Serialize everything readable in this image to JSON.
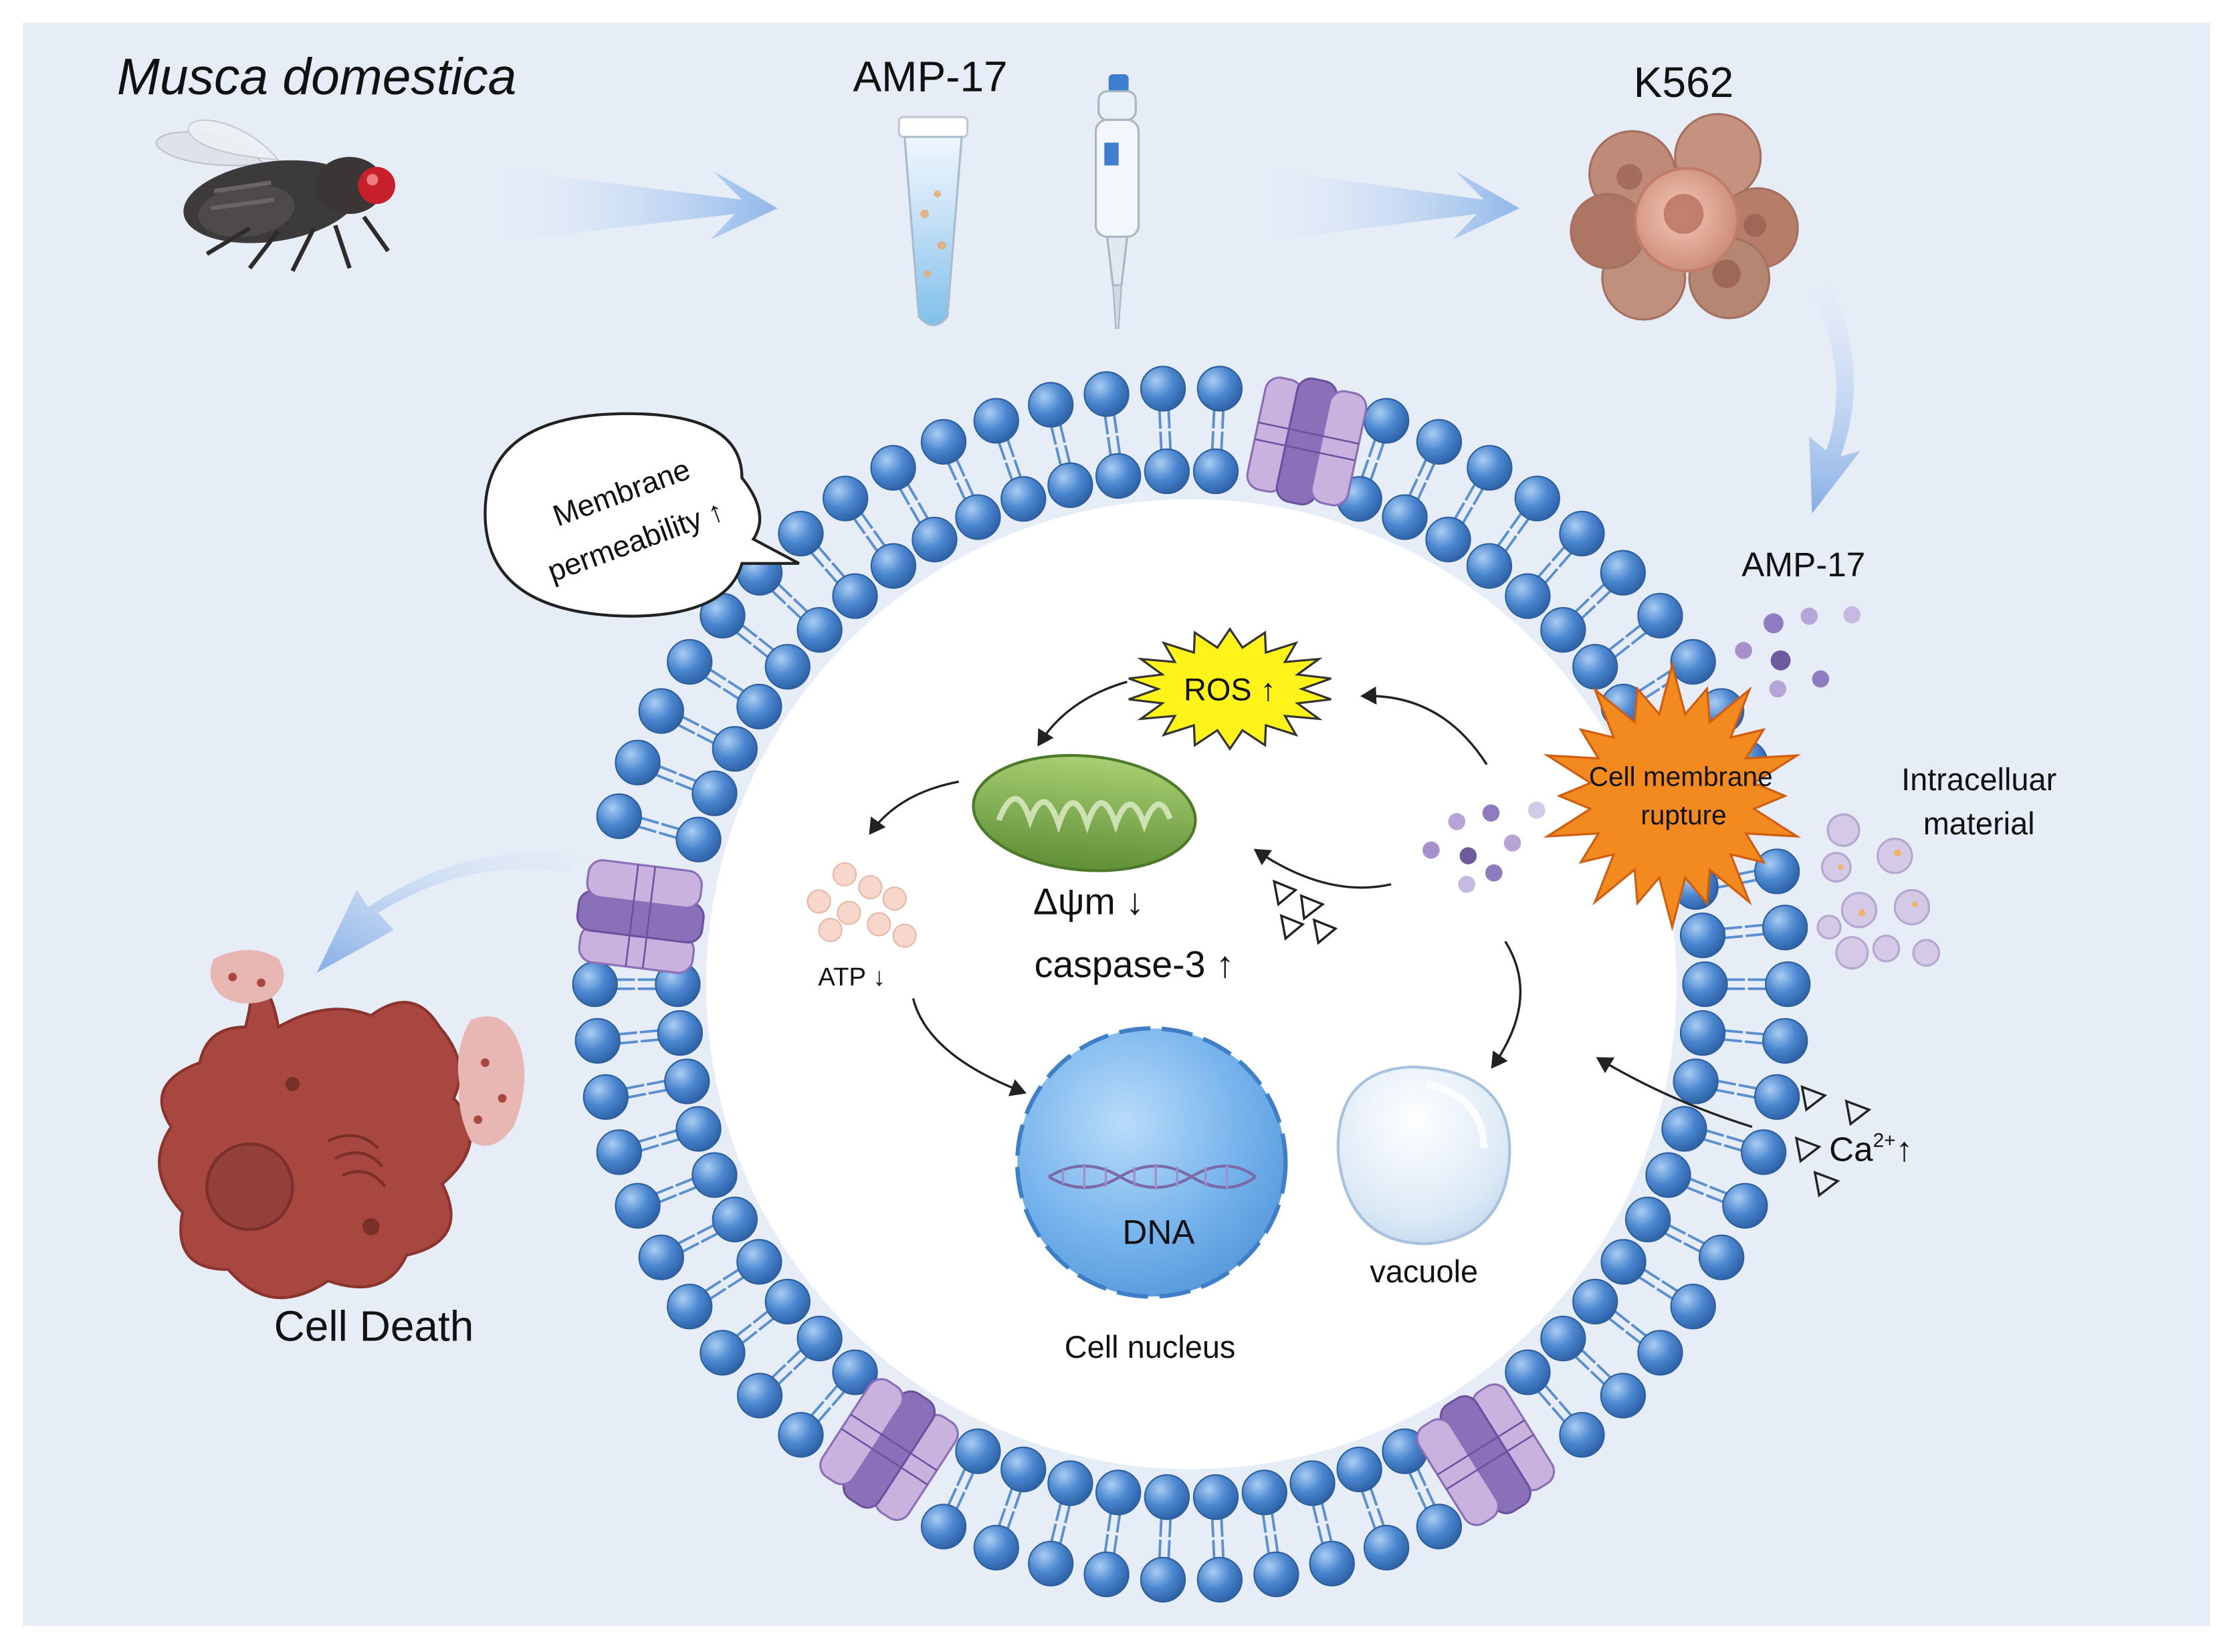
{
  "colors": {
    "background_outer": "#ffffff",
    "background_panel": "#e7edf7",
    "membrane_blue": "#3d78c2",
    "membrane_light": "#8cb6e6",
    "channel_purple": "#8a70b8",
    "channel_lavender": "#c9b3de",
    "mitochondrion_green": "#7aa849",
    "nucleus_blue": "#6fb0ec",
    "rupture_orange": "#f28a1f",
    "ros_yellow": "#fff31a",
    "dead_cell_red": "#a8473f",
    "k562_brown": "#b9826f"
  },
  "flow": {
    "source_label": "Musca domestica",
    "peptide_label": "AMP-17",
    "cell_line_label": "K562",
    "outcome_label": "Cell Death"
  },
  "speech_bubble": {
    "line1": "Membrane",
    "line2": "permeability ↑"
  },
  "cell": {
    "amp_label": "AMP-17",
    "rupture_line1": "Cell membrane",
    "rupture_line2": "rupture",
    "intracellular_line1": "Intracelluar",
    "intracellular_line2": "material",
    "ros_label": "ROS ↑",
    "mito_potential_label": "Δψm ↓",
    "caspase_label": "caspase-3 ↑",
    "atp_label": "ATP ↓",
    "dna_label": "DNA",
    "nucleus_label": "Cell nucleus",
    "vacuole_label": "vacuole",
    "calcium_label": "Ca",
    "calcium_sup": "2+",
    "calcium_arrow": "↑"
  },
  "icons": [
    "housefly-icon",
    "microcentrifuge-tube-icon",
    "pipette-icon",
    "k562-cell-cluster-icon",
    "ion-channel-icon",
    "mitochondrion-icon",
    "nucleus-icon",
    "vacuole-icon",
    "dead-cell-icon",
    "ros-burst-icon",
    "rupture-burst-icon"
  ]
}
